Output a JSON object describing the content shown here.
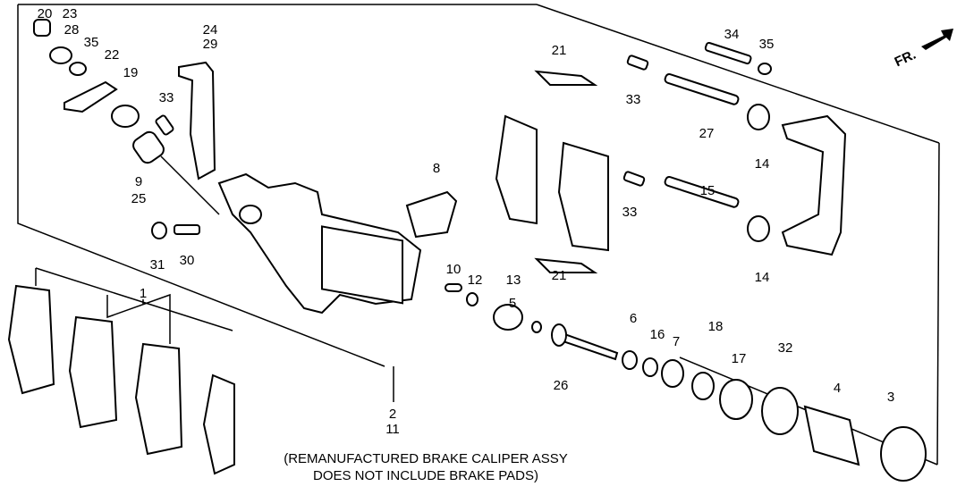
{
  "diagram": {
    "title": "Rear Brake Caliper Exploded View",
    "front_indicator": "FR.",
    "caption": [
      "(REMANUFACTURED BRAKE CALIPER ASSY",
      "DOES NOT INCLUDE BRAKE PADS)"
    ],
    "callouts": [
      "20",
      "23",
      "28",
      "35",
      "22",
      "19",
      "33",
      "24",
      "29",
      "9",
      "25",
      "31",
      "30",
      "21",
      "33",
      "34",
      "35",
      "27",
      "14",
      "15",
      "33",
      "14",
      "8",
      "21",
      "10",
      "12",
      "13",
      "5",
      "6",
      "16",
      "7",
      "18",
      "17",
      "32",
      "4",
      "3",
      "26",
      "1",
      "2",
      "11"
    ]
  }
}
